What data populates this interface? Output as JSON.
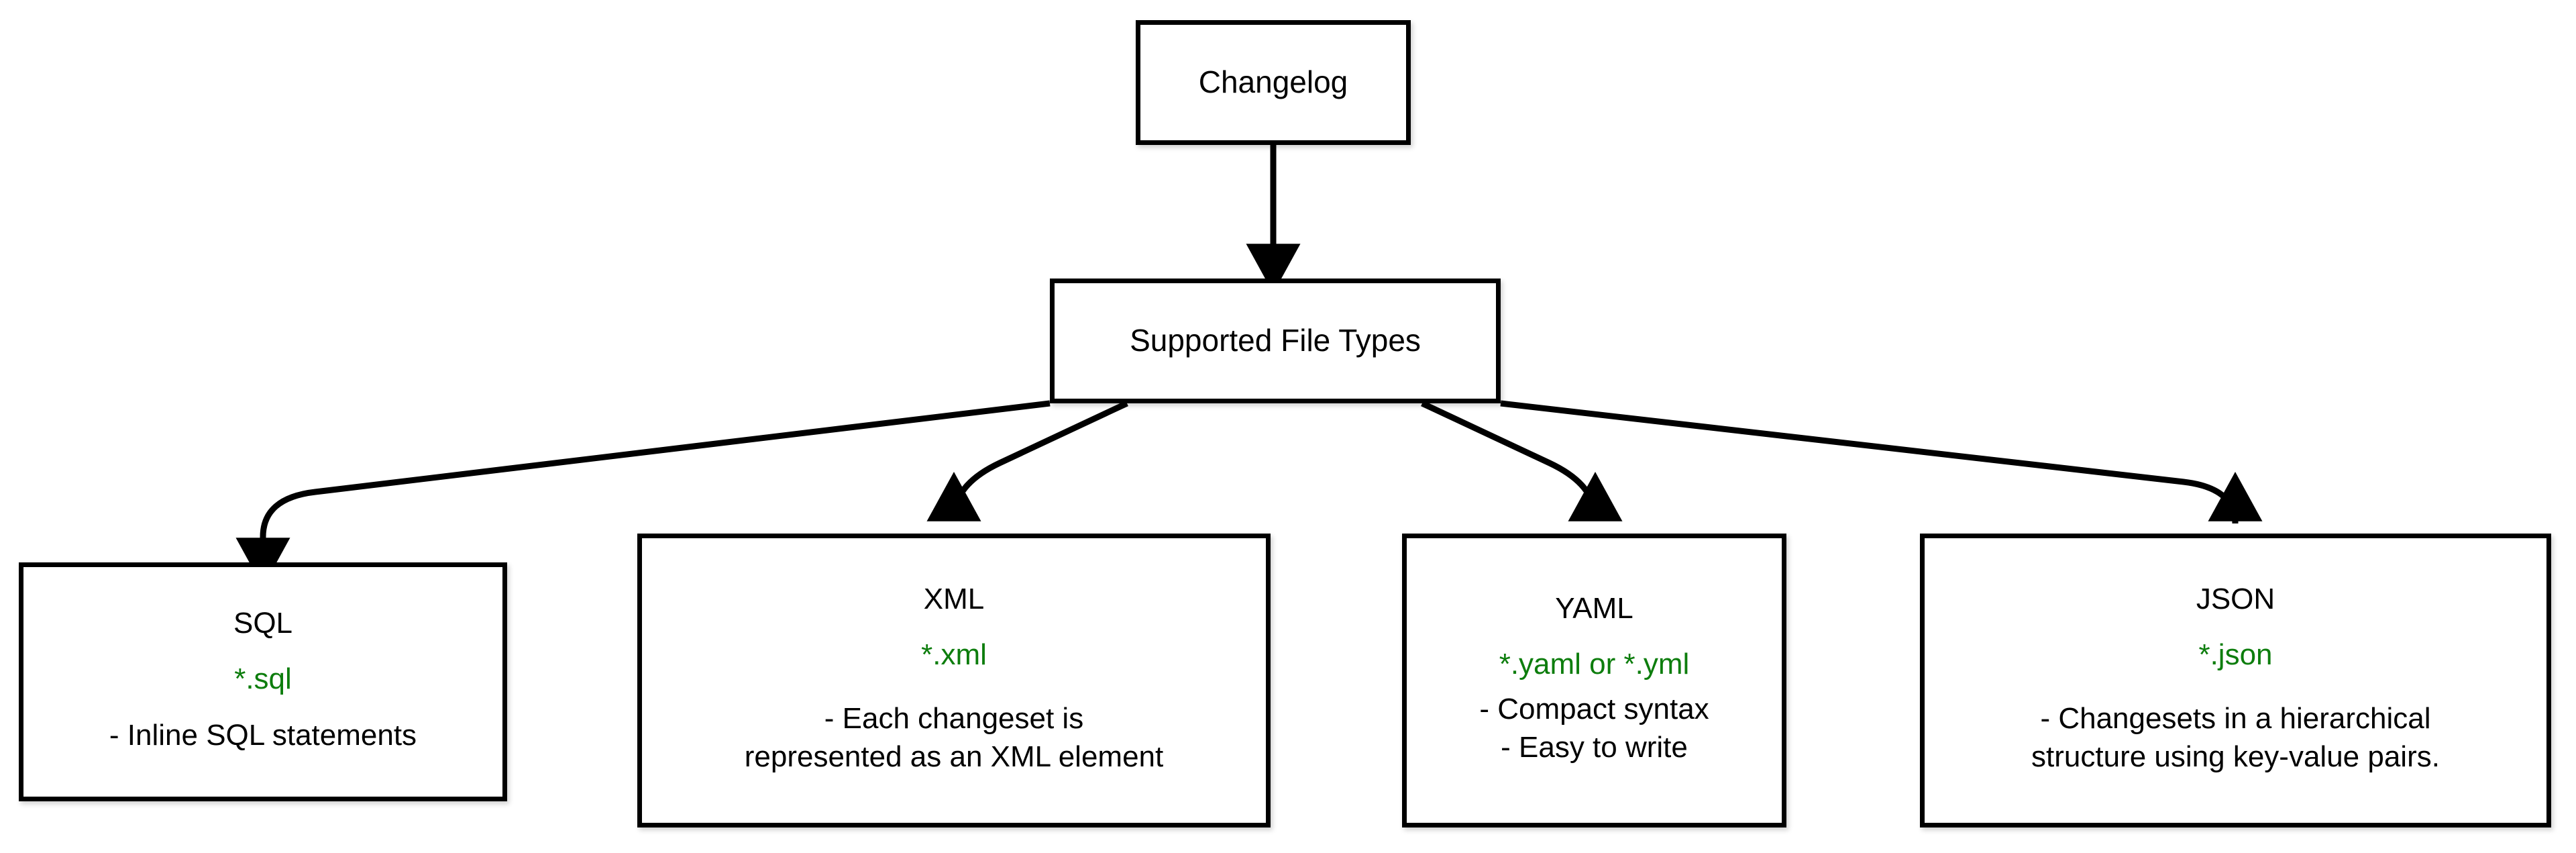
{
  "diagram": {
    "type": "flowchart-top-down",
    "accent_green": "#0d7d0d",
    "node_border_color": "#000000",
    "background_color": "#ffffff",
    "root": {
      "label": "Changelog"
    },
    "intermediate": {
      "label": "Supported File Types"
    },
    "leaves": [
      {
        "id": "sql",
        "title": "SQL",
        "extension": "*.sql",
        "description_lines": [
          "- Inline SQL statements"
        ]
      },
      {
        "id": "xml",
        "title": "XML",
        "extension": "*.xml",
        "description_lines": [
          "- Each changeset is",
          "represented as an XML element"
        ]
      },
      {
        "id": "yaml",
        "title": "YAML",
        "extension": "*.yaml or *.yml",
        "description_lines": [
          "- Compact syntax",
          "- Easy to write"
        ]
      },
      {
        "id": "json",
        "title": "JSON",
        "extension": "*.json",
        "description_lines": [
          "- Changesets in a hierarchical",
          "structure using key-value pairs."
        ]
      }
    ],
    "edges": [
      {
        "from": "Changelog",
        "to": "Supported File Types"
      },
      {
        "from": "Supported File Types",
        "to": "SQL"
      },
      {
        "from": "Supported File Types",
        "to": "XML"
      },
      {
        "from": "Supported File Types",
        "to": "YAML"
      },
      {
        "from": "Supported File Types",
        "to": "JSON"
      }
    ]
  }
}
